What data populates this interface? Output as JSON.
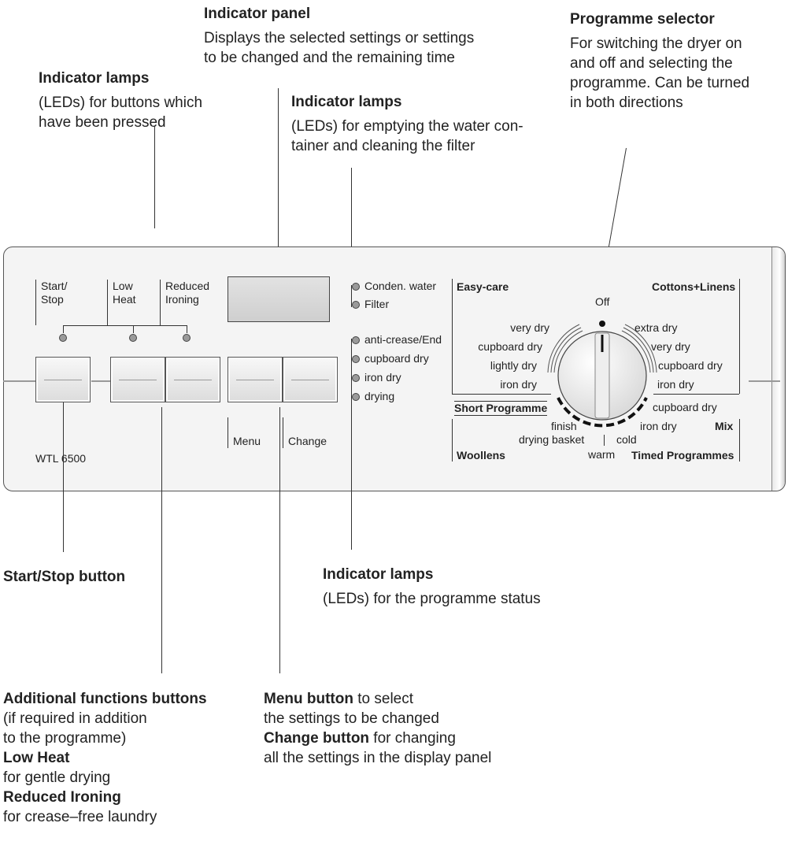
{
  "callouts": {
    "indicator_panel": {
      "heading": "Indicator panel",
      "text1": "Displays the selected settings  or settings",
      "text2": "to be changed and the remaining time"
    },
    "programme_selector": {
      "heading": "Programme selector",
      "text1": "For switching the dryer on",
      "text2": "and off and selecting the",
      "text3": "programme. Can be turned",
      "text4": "in both directions"
    },
    "lamps_buttons": {
      "heading": "Indicator lamps",
      "text1": "(LEDs) for buttons which",
      "text2": "have been pressed"
    },
    "lamps_water": {
      "heading": "Indicator lamps",
      "text1": "(LEDs) for emptying the water con-",
      "text2": "tainer and cleaning the filter"
    },
    "start_stop": {
      "heading": "Start/Stop button"
    },
    "lamps_status": {
      "heading": "Indicator lamps",
      "text1": "(LEDs) for the programme status"
    },
    "additional": {
      "heading": "Additional functions buttons",
      "text1": "(if required in addition",
      "text2": "to the programme)",
      "low_heat_heading": "Low Heat",
      "low_heat_text": "for gentle drying",
      "reduced_heading": "Reduced Ironing",
      "reduced_text": "for crease–free laundry"
    },
    "menu_change": {
      "menu_bold": "Menu button",
      "menu_text": " to select",
      "menu_text2": "the settings to be changed",
      "change_bold": "Change button",
      "change_text": " for changing",
      "change_text2": "all the settings in the display panel"
    }
  },
  "panel": {
    "button_labels": {
      "start_stop_1": "Start/",
      "start_stop_2": "Stop",
      "low_heat_1": "Low",
      "low_heat_2": "Heat",
      "reduced_1": "Reduced",
      "reduced_2": "Ironing",
      "menu": "Menu",
      "change": "Change"
    },
    "model": "WTL 6500",
    "leds_top": [
      "Conden. water",
      "Filter"
    ],
    "leds_status": [
      "anti-crease/End",
      "cupboard dry",
      "iron dry",
      "drying"
    ],
    "dial": {
      "off": "Off",
      "easy_care": "Easy-care",
      "cottons": "Cottons+Linens",
      "left_items": [
        "very dry",
        "cupboard dry",
        "lightly dry",
        "iron dry"
      ],
      "right_items": [
        "extra dry",
        "very dry",
        "cupboard dry",
        "iron dry"
      ],
      "short_programme": "Short Programme",
      "mix_cupboard": "cupboard dry",
      "mix_iron": "iron dry",
      "mix": "Mix",
      "finish": "finish",
      "drying_basket": "drying basket",
      "cold": "cold",
      "warm": "warm",
      "woollens": "Woollens",
      "timed": "Timed Programmes"
    }
  },
  "colors": {
    "panel_bg": "#f4f4f4",
    "lamp": "#9a9a9a",
    "line": "#333333"
  }
}
